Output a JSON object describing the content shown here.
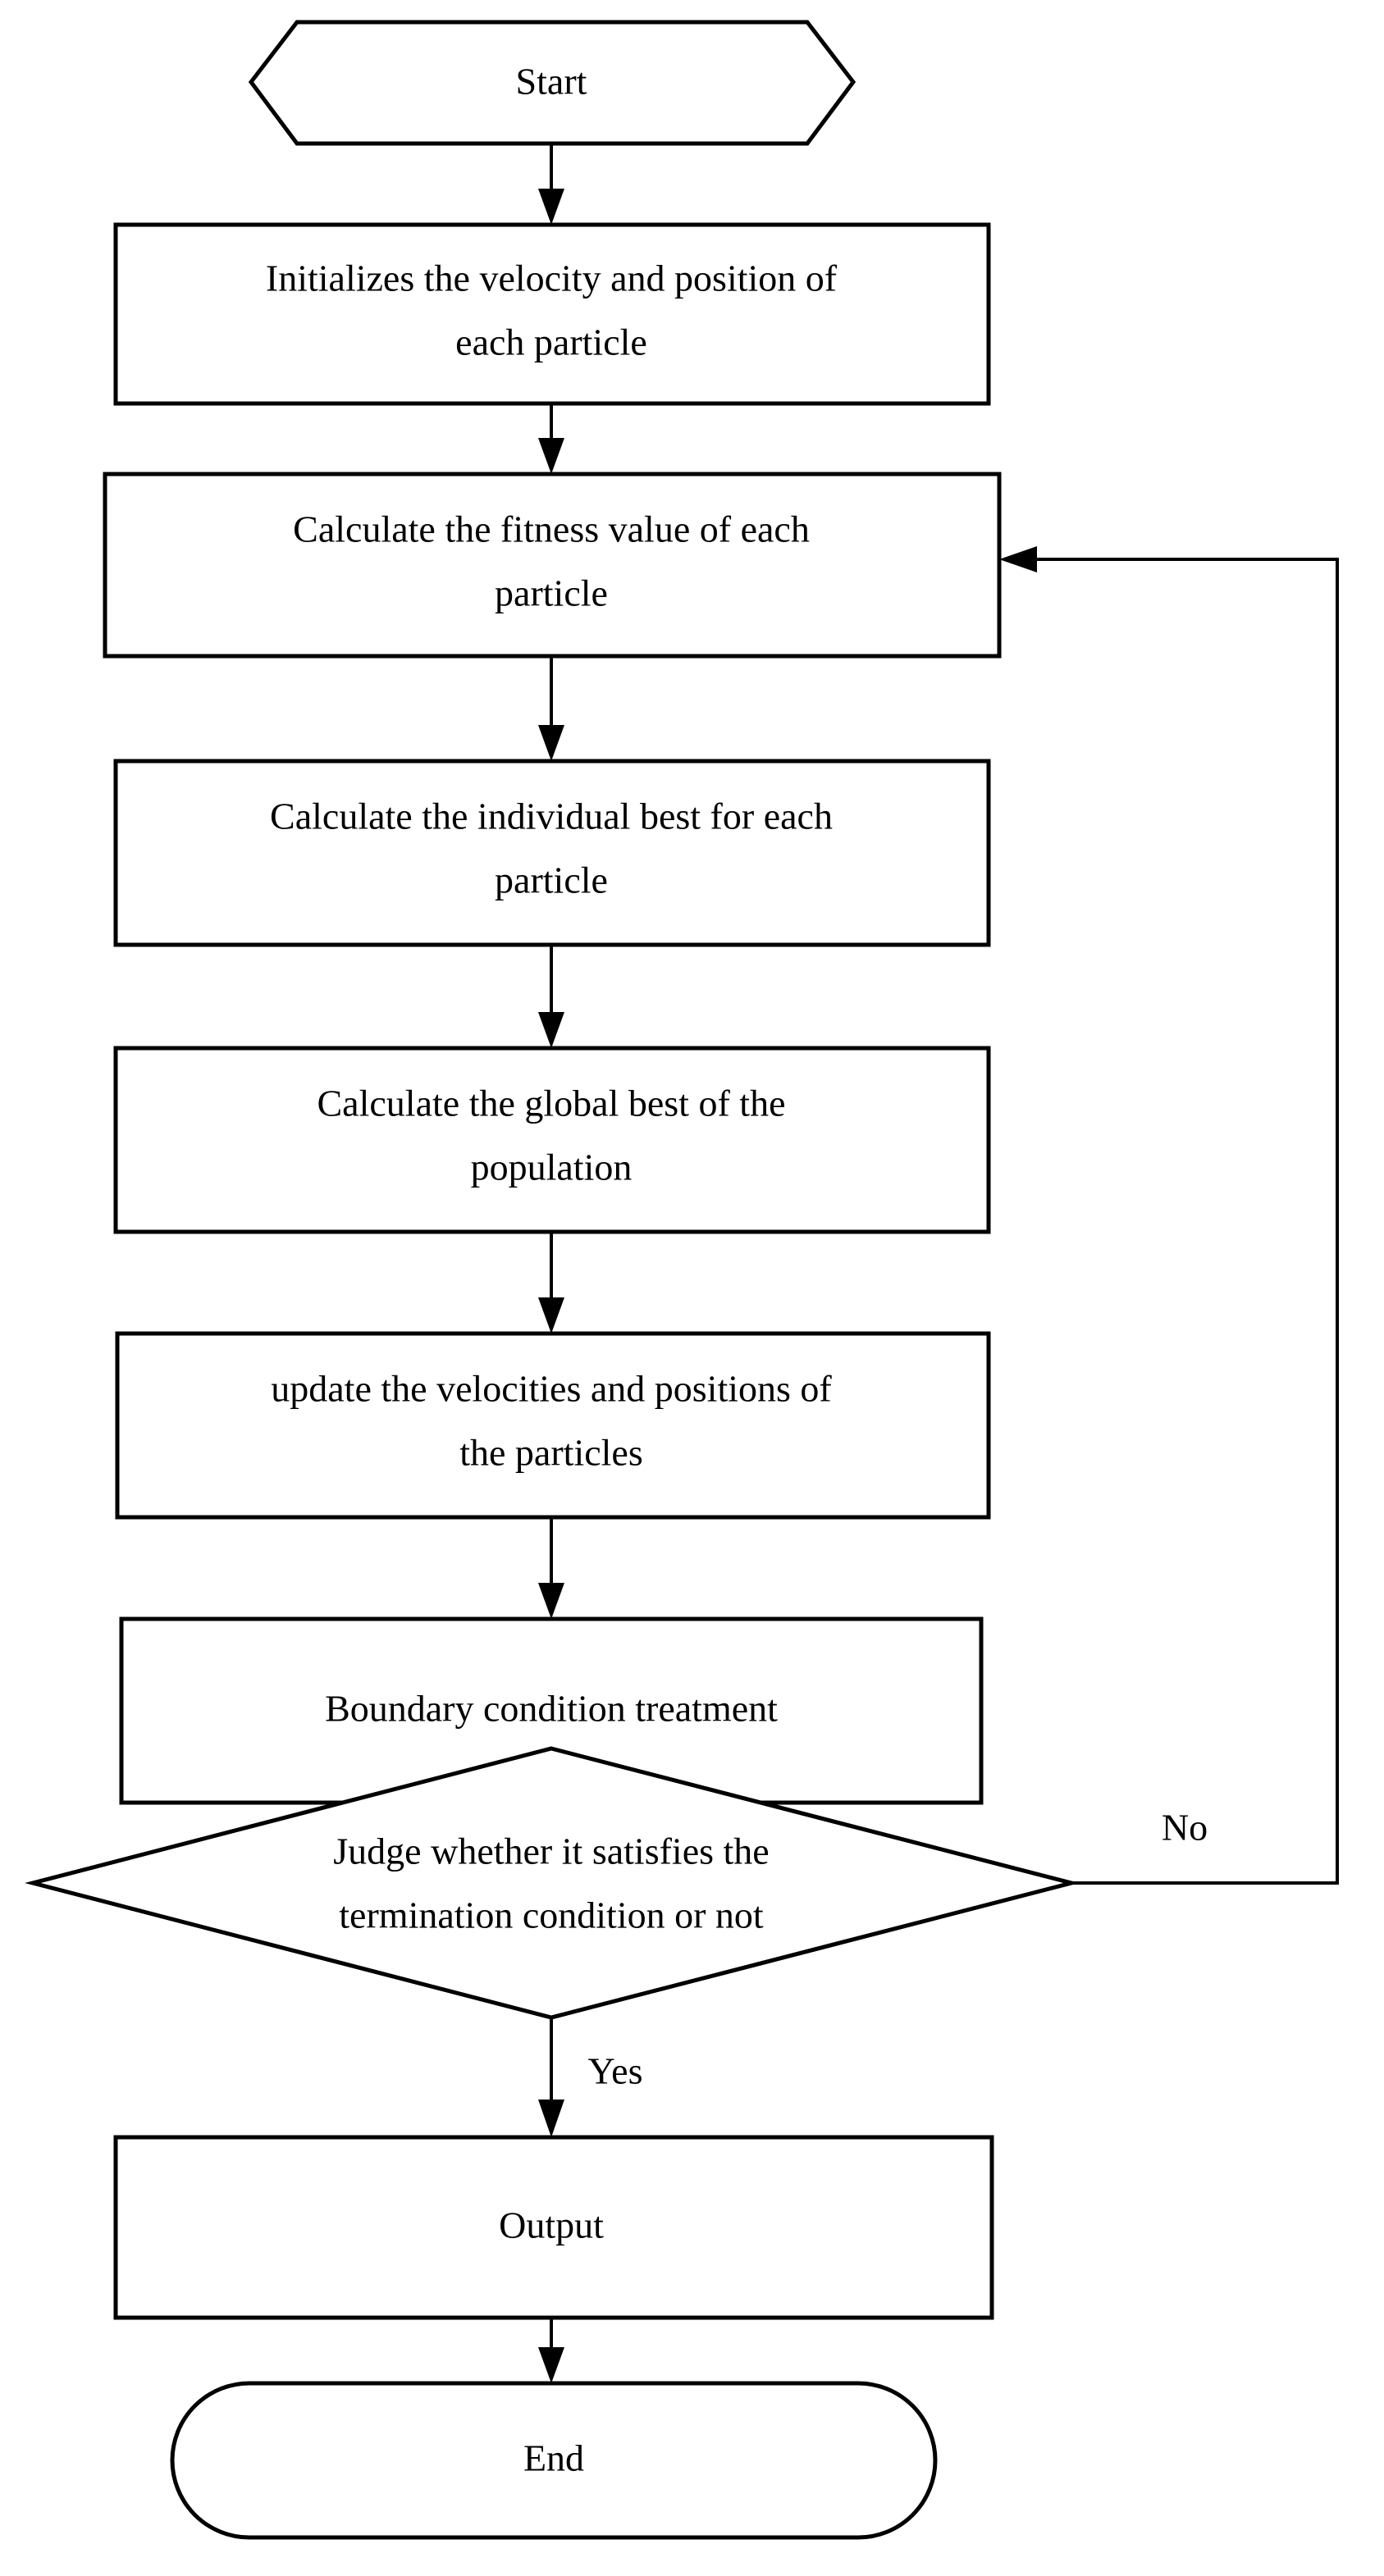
{
  "diagram": {
    "title": "Particle Swarm Optimization (PSO) algorithm flowchart",
    "background_color": "#ffffff",
    "line_color": "#000000",
    "text_color": "#000000",
    "nodes": [
      {
        "id": "start",
        "shape": "hexagon",
        "label": "Start",
        "lines": [
          "Start"
        ]
      },
      {
        "id": "init",
        "shape": "rectangle",
        "label": "Initializes the velocity and position of each particle",
        "lines": [
          "Initializes the velocity and position of",
          "each particle"
        ]
      },
      {
        "id": "fitness",
        "shape": "rectangle",
        "label": "Calculate the fitness value of each particle",
        "lines": [
          "Calculate the fitness value of each",
          "particle"
        ]
      },
      {
        "id": "pbest",
        "shape": "rectangle",
        "label": "Calculate the individual best for each particle",
        "lines": [
          "Calculate the individual best for each",
          "particle"
        ]
      },
      {
        "id": "gbest",
        "shape": "rectangle",
        "label": "Calculate the global best of the population",
        "lines": [
          "Calculate the global best of the",
          "population"
        ]
      },
      {
        "id": "update",
        "shape": "rectangle",
        "label": "update the velocities and positions of the particles",
        "lines": [
          "update the velocities and positions of",
          "the particles"
        ]
      },
      {
        "id": "boundary",
        "shape": "rectangle",
        "label": "Boundary condition treatment",
        "lines": [
          "Boundary condition treatment"
        ]
      },
      {
        "id": "judge",
        "shape": "diamond",
        "label": "Judge whether it satisfies the termination condition or not",
        "lines": [
          "Judge whether it satisfies the",
          "termination condition or not"
        ]
      },
      {
        "id": "output",
        "shape": "rectangle",
        "label": "Output",
        "lines": [
          "Output"
        ]
      },
      {
        "id": "end",
        "shape": "stadium",
        "label": "End",
        "lines": [
          "End"
        ]
      }
    ],
    "edges": [
      {
        "id": "start-init",
        "from": "start",
        "to": "init",
        "label": ""
      },
      {
        "id": "init-fitness",
        "from": "init",
        "to": "fitness",
        "label": ""
      },
      {
        "id": "fitness-pbest",
        "from": "fitness",
        "to": "pbest",
        "label": ""
      },
      {
        "id": "pbest-gbest",
        "from": "pbest",
        "to": "gbest",
        "label": ""
      },
      {
        "id": "gbest-update",
        "from": "gbest",
        "to": "update",
        "label": ""
      },
      {
        "id": "update-boundary",
        "from": "update",
        "to": "boundary",
        "label": ""
      },
      {
        "id": "boundary-judge",
        "from": "boundary",
        "to": "judge",
        "label": ""
      },
      {
        "id": "judge-output",
        "from": "judge",
        "to": "output",
        "label": "Yes"
      },
      {
        "id": "judge-fitness",
        "from": "judge",
        "to": "fitness",
        "label": "No"
      },
      {
        "id": "output-end",
        "from": "output",
        "to": "end",
        "label": ""
      }
    ],
    "edge_labels": {
      "yes": "Yes",
      "no": "No"
    }
  }
}
